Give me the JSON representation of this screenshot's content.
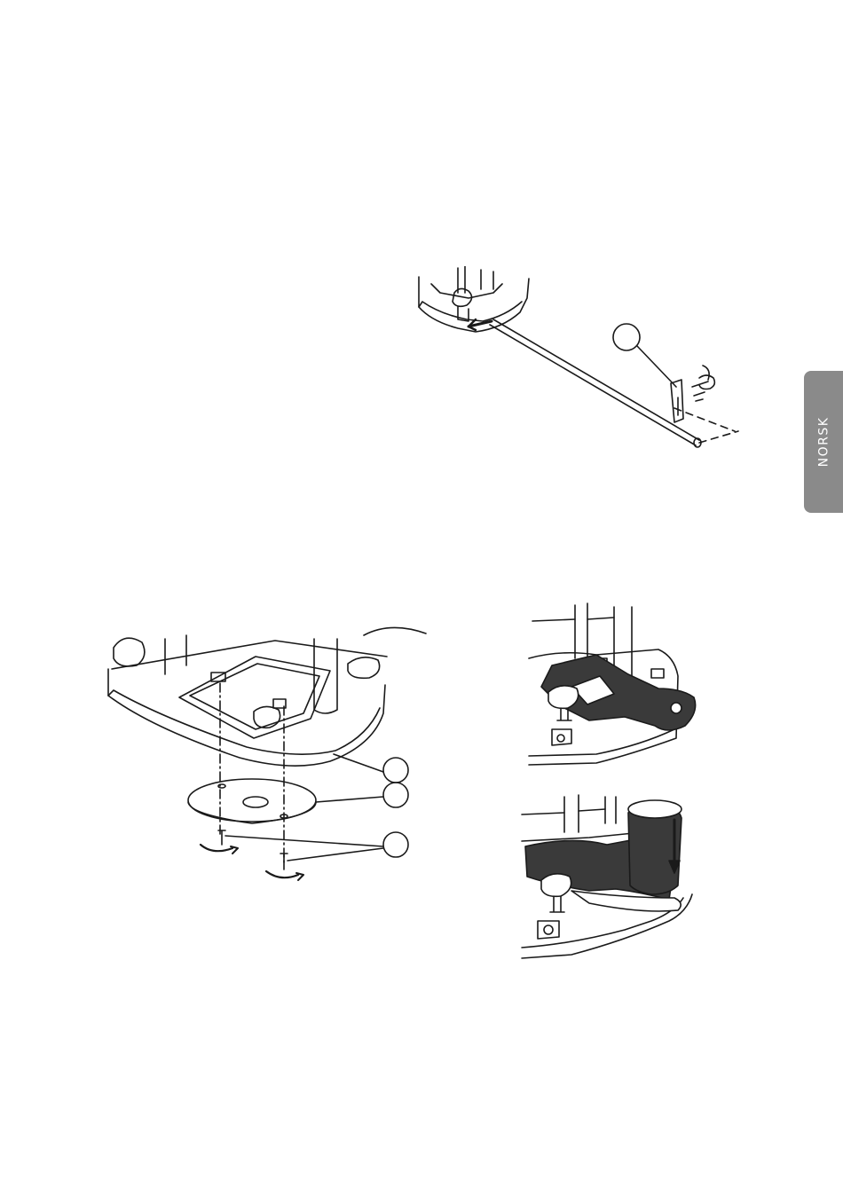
{
  "page": {
    "language_tab": "NORSK"
  },
  "colors": {
    "tab_background": "#8a8a8a",
    "tab_text": "#ffffff",
    "line_art": "#1a1a1a",
    "dark_fill": "#3a3a3a"
  },
  "figures": {
    "rod_figure": {
      "icon": "parallel-guide-rod-illustration"
    },
    "base_plate_figure": {
      "icon": "router-base-plate-illustration"
    },
    "wrench_figure": {
      "icon": "wrench-on-base-illustration"
    },
    "dust_adapter_figure": {
      "icon": "dust-adapter-illustration"
    }
  }
}
